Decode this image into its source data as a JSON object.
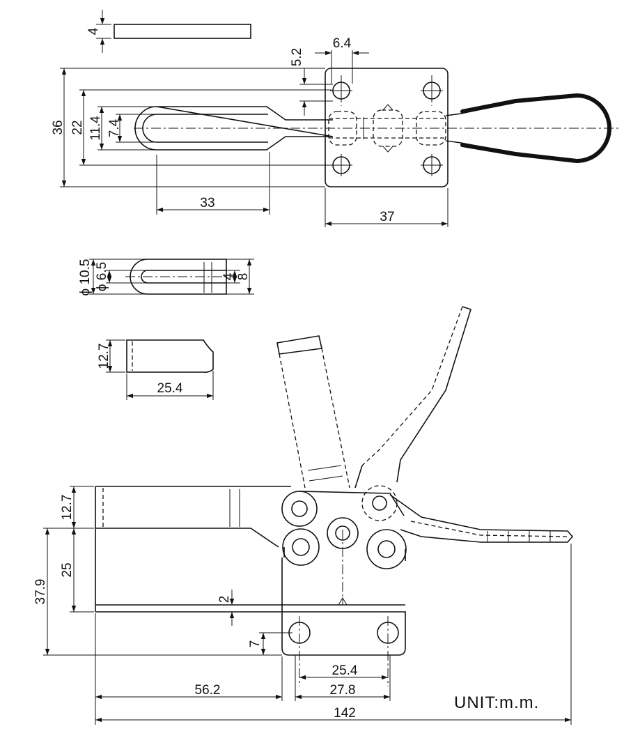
{
  "unit_label": "UNIT:m.m.",
  "top_view": {
    "plate_thickness": "4",
    "hole_offset": "5.2",
    "hole_spacing_x": "6.4",
    "overall_height": "36",
    "slot_outer": "22",
    "slot_width": "11.4",
    "slot_inner": "7.4",
    "slot_length": "33",
    "base_width": "37"
  },
  "bolt_detail": {
    "head_diameter": "ϕ 10.5",
    "shank_diameter": "ϕ 6.5",
    "shank_width": "4",
    "overall_width": "8"
  },
  "arm_detail": {
    "height": "12.7",
    "length": "25.4"
  },
  "side_view": {
    "arm_height": "12.7",
    "body_height": "25",
    "overall_height": "37.9",
    "base_thickness": "2",
    "hole_height": "7",
    "hole_pitch": "25.4",
    "base_length": "27.8",
    "offset_length": "56.2",
    "overall_length": "142"
  },
  "colors": {
    "ink": "#111111",
    "paper": "#ffffff"
  }
}
